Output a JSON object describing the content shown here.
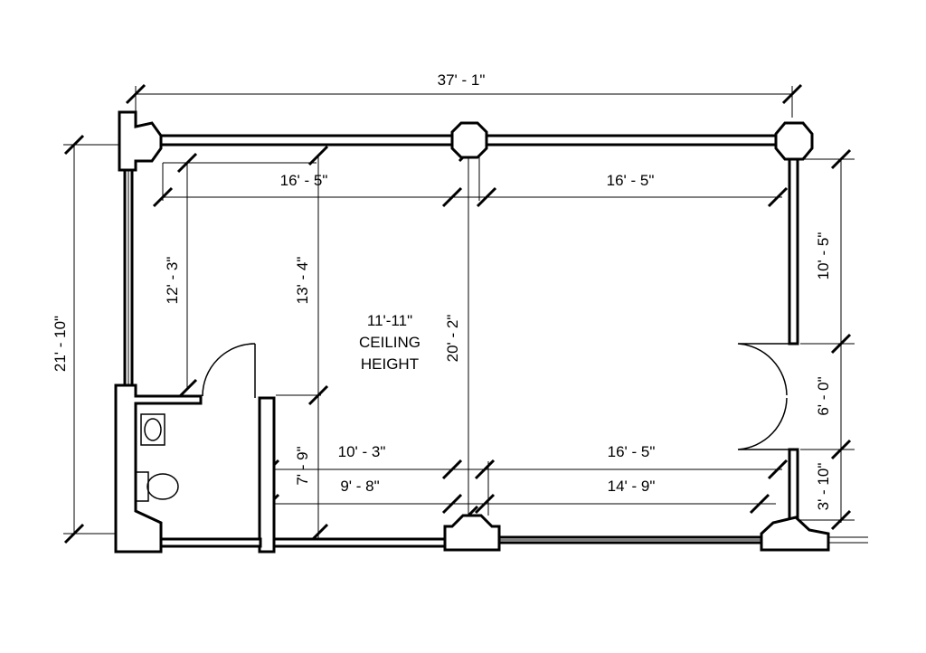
{
  "dimensions": {
    "overall_width": "37' - 1\"",
    "overall_depth": "21' - 10\"",
    "left_bay_width": "16' - 5\"",
    "right_bay_width": "16' - 5\"",
    "left_wall_to_door": "12' - 3\"",
    "left_room_depth": "13' - 4\"",
    "center_depth": "20' - 2\"",
    "right_upper": "10' - 5\"",
    "right_door": "6' - 0\"",
    "right_lower": "3' - 10\"",
    "lower_left_a": "10' - 3\"",
    "lower_left_b": "9' - 8\"",
    "lower_right_a": "16' - 5\"",
    "lower_right_b": "14' - 9\"",
    "closet_depth": "7' - 9\""
  },
  "note": {
    "line1": "11'-11\"",
    "line2": "CEILING",
    "line3": "HEIGHT"
  }
}
